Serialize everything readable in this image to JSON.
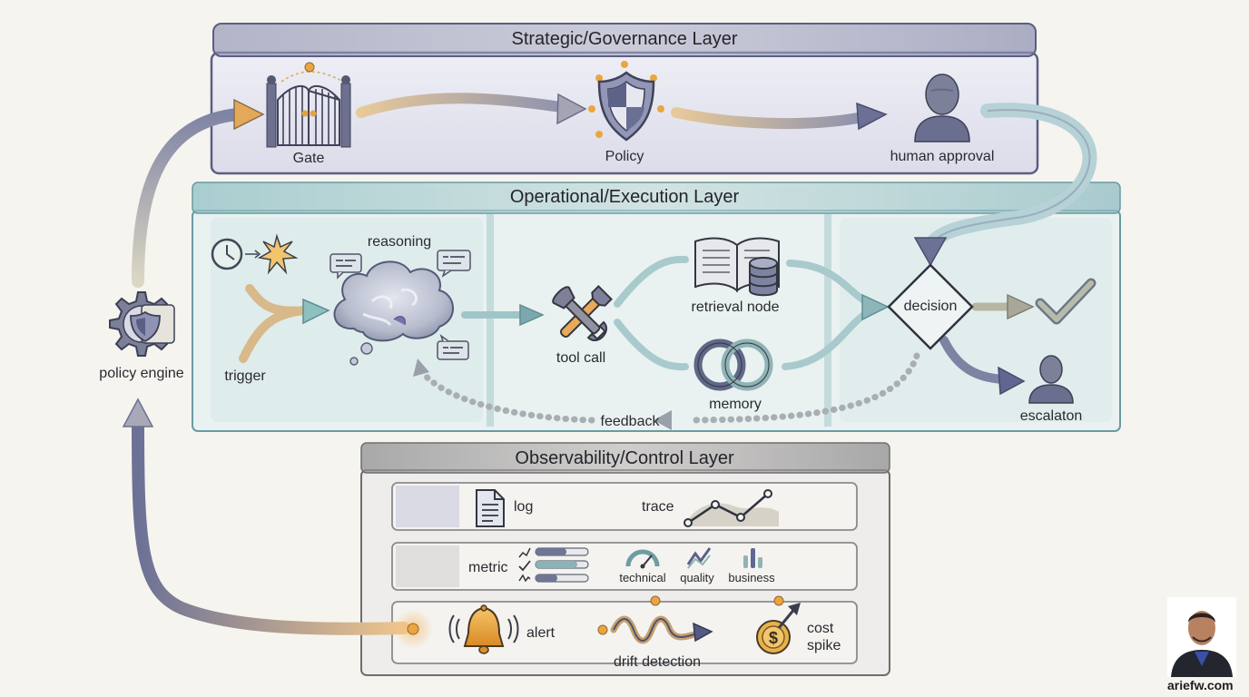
{
  "layers": {
    "strategic": {
      "title": "Strategic/Governance Layer",
      "nodes": {
        "gate": "Gate",
        "policy": "Policy",
        "human_approval": "human approval"
      }
    },
    "operational": {
      "title": "Operational/Execution Layer",
      "nodes": {
        "trigger": "trigger",
        "reasoning": "reasoning",
        "tool_call": "tool call",
        "retrieval_node": "retrieval node",
        "memory": "memory",
        "decision": "decision",
        "escalation": "escalaton",
        "feedback": "feedback"
      }
    },
    "observability": {
      "title": "Observability/Control Layer",
      "rows": {
        "log": "log",
        "trace": "trace",
        "metric": "metric",
        "technical": "technical",
        "quality": "quality",
        "business": "business",
        "alert": "alert",
        "drift_detection": "drift detection",
        "cost_spike": [
          "cost",
          "spike"
        ]
      }
    }
  },
  "side": {
    "policy_engine": "policy engine"
  },
  "footer": {
    "site": "ariefw.com"
  },
  "colors": {
    "strategic": "#8f93b5",
    "operational": "#7fb1b7",
    "observability": "#9c9a98",
    "accent_orange": "#e8a63c",
    "ink": "#3a3d52"
  },
  "icons": {
    "gate": "gate-icon",
    "policy": "shield-icon",
    "human_approval": "person-icon",
    "trigger": "clock-spark-icon",
    "reasoning": "cloud-icon",
    "tool_call": "tools-icon",
    "retrieval_node": "book-database-icon",
    "memory": "rings-icon",
    "decision": "diamond-icon",
    "success": "checkmark-icon",
    "escalation": "person-icon",
    "policy_engine": "gear-shield-icon",
    "log": "document-icon",
    "trace": "trace-chart-icon",
    "alert": "bell-icon",
    "drift_detection": "wave-arrow-icon",
    "cost_spike": "coin-arrow-icon"
  }
}
